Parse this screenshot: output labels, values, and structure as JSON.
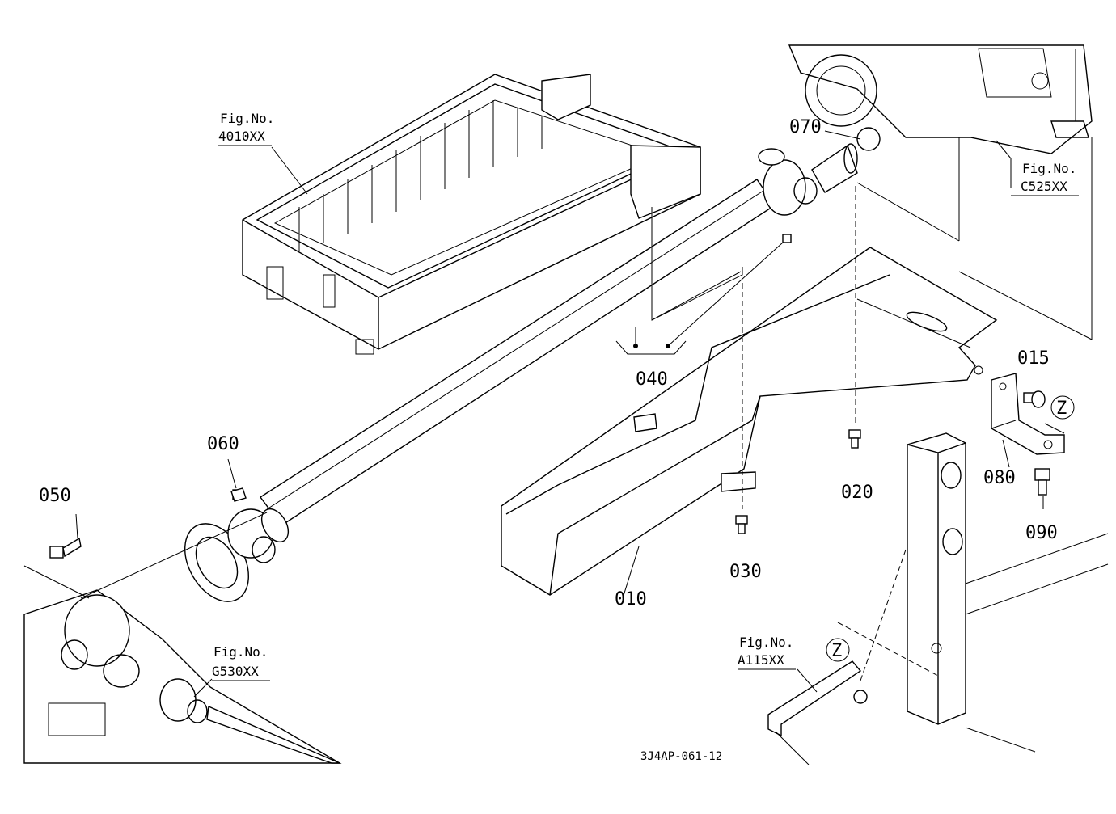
{
  "part_labels": {
    "p010": "010",
    "p015": "015",
    "p020": "020",
    "p030": "030",
    "p040": "040",
    "p050": "050",
    "p060": "060",
    "p070": "070",
    "p080": "080",
    "p090": "090"
  },
  "figure_refs": {
    "oil_pan": {
      "line1": "Fig.No.",
      "line2": "4010XX"
    },
    "transmission": {
      "line1": "Fig.No.",
      "line2": "C525XX"
    },
    "front_axle": {
      "line1": "Fig.No.",
      "line2": "G530XX"
    },
    "frame": {
      "line1": "Fig.No.",
      "line2": "A115XX"
    }
  },
  "detail_markers": {
    "upper": "Z",
    "lower": "Z"
  },
  "drawing_code": "3J4AP-061-12"
}
